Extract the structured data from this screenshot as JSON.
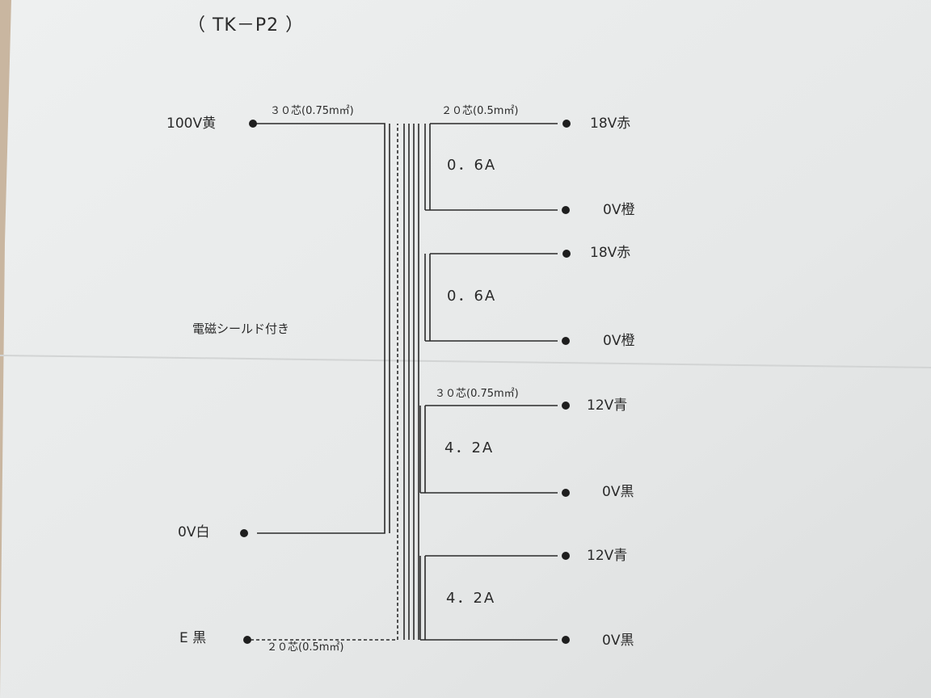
{
  "title": "（ TK－P2 ）",
  "primary": {
    "input_label": "100V黄",
    "input_cable": "３０芯(0.75m㎡)",
    "zero_label": "0V白",
    "earth_label": "E 黒",
    "earth_cable": "２０芯(0.5m㎡)",
    "shield_note": "電磁シールド付き"
  },
  "secondaries": [
    {
      "cable": "２０芯(0.5m㎡)",
      "high_label": "18V赤",
      "current": "0．6A",
      "low_label": "0V橙"
    },
    {
      "cable": "",
      "high_label": "18V赤",
      "current": "0．6A",
      "low_label": "0V橙"
    },
    {
      "cable": "３０芯(0.75m㎡)",
      "high_label": "12V青",
      "current": "4．2A",
      "low_label": "0V黒"
    },
    {
      "cable": "",
      "high_label": "12V青",
      "current": "4．2A",
      "low_label": "0V黒"
    }
  ],
  "colors": {
    "paper": "#e9eaea",
    "ink": "#2a2a2a",
    "background": "#c9b6a0"
  }
}
